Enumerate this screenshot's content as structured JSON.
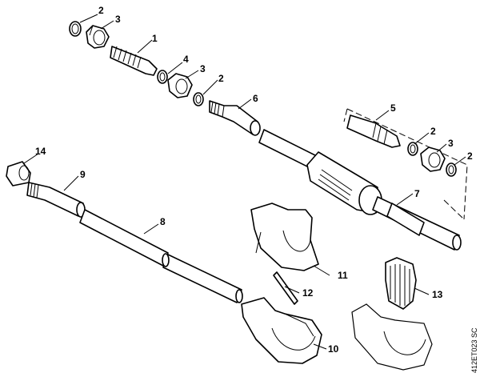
{
  "diagram": {
    "callouts": {
      "c1": "1",
      "c2a": "2",
      "c2b": "2",
      "c2c": "2",
      "c2d": "2",
      "c3a": "3",
      "c3b": "3",
      "c3c": "3",
      "c4": "4",
      "c5": "5",
      "c6": "6",
      "c7": "7",
      "c8": "8",
      "c9": "9",
      "c10": "10",
      "c11": "11",
      "c12": "12",
      "c13": "13",
      "c14": "14"
    },
    "drawing_code": "412ET023 SC"
  }
}
